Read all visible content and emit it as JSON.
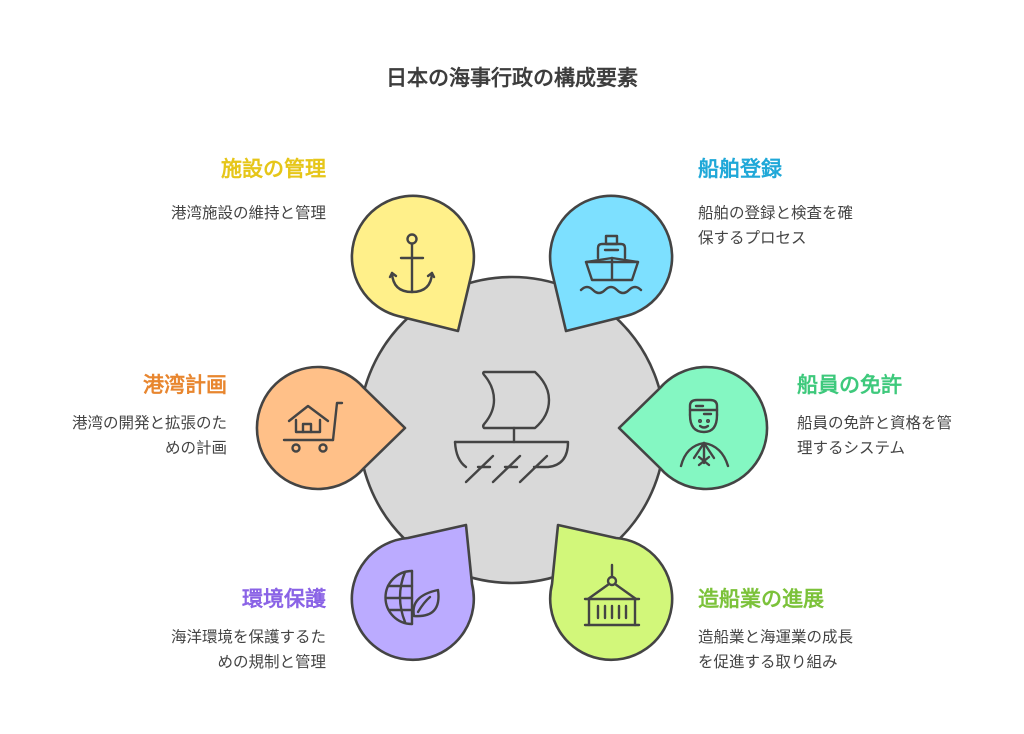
{
  "title": "日本の海事行政の構成要素",
  "center": {
    "icon": "sailing-ship-icon",
    "fill": "#d9d9d9"
  },
  "items": [
    {
      "id": "facility",
      "heading": "施設の管理",
      "desc_lines": [
        "港湾施設の維持と管理"
      ],
      "color": "#e6c619",
      "fill": "#fff08a",
      "icon": "anchor-icon",
      "side": "left"
    },
    {
      "id": "ship-registration",
      "heading": "船舶登録",
      "desc_lines": [
        "船舶の登録と検査を確",
        "保するプロセス"
      ],
      "color": "#1fa8d8",
      "fill": "#7de0ff",
      "icon": "ship-icon",
      "side": "right"
    },
    {
      "id": "port-planning",
      "heading": "港湾計画",
      "desc_lines": [
        "港湾の開発と拡張のた",
        "めの計画"
      ],
      "color": "#e8862f",
      "fill": "#ffc088",
      "icon": "house-cart-icon",
      "side": "left"
    },
    {
      "id": "crew-license",
      "heading": "船員の免許",
      "desc_lines": [
        "船員の免許と資格を管",
        "理するシステム"
      ],
      "color": "#3ec97c",
      "fill": "#84f7c2",
      "icon": "sailor-icon",
      "side": "right"
    },
    {
      "id": "environment",
      "heading": "環境保護",
      "desc_lines": [
        "海洋環境を保護するた",
        "めの規制と管理"
      ],
      "color": "#8a63e6",
      "fill": "#bbabff",
      "icon": "globe-leaf-icon",
      "side": "left"
    },
    {
      "id": "shipbuilding",
      "heading": "造船業の進展",
      "desc_lines": [
        "造船業と海運業の成長",
        "を促進する取り組み"
      ],
      "color": "#7cc23a",
      "fill": "#d2f77a",
      "icon": "container-crane-icon",
      "side": "right"
    }
  ]
}
